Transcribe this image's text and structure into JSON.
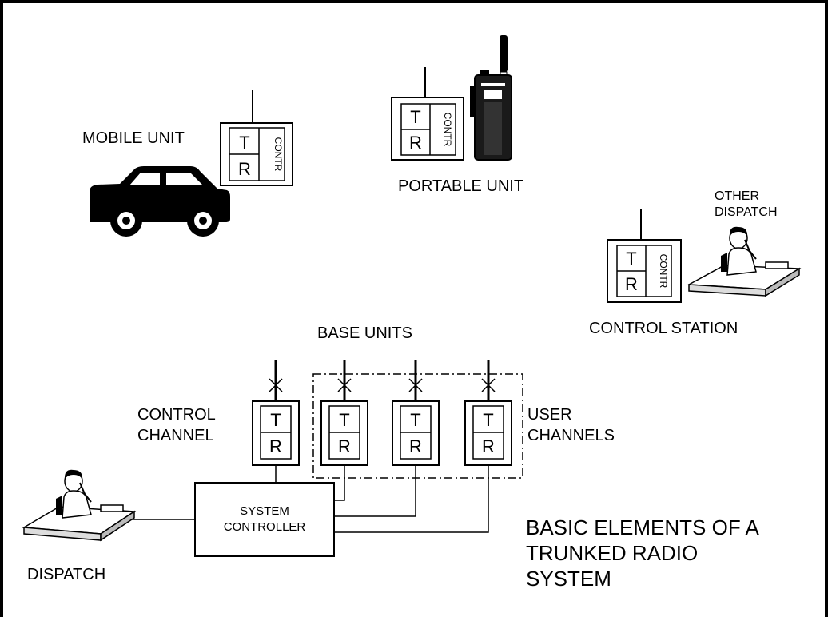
{
  "labels": {
    "mobile_unit": "MOBILE UNIT",
    "portable_unit": "PORTABLE UNIT",
    "other_dispatch": "OTHER\nDISPATCH",
    "control_station": "CONTROL STATION",
    "base_units": "BASE UNITS",
    "control_channel": "CONTROL\nCHANNEL",
    "user_channels": "USER\nCHANNELS",
    "system_controller": "SYSTEM\nCONTROLLER",
    "dispatch": "DISPATCH",
    "title": "BASIC ELEMENTS OF A\nTRUNKED RADIO\nSYSTEM"
  },
  "radio_cells": {
    "transmitter": "T",
    "receiver": "R",
    "controller": "CONTR"
  }
}
